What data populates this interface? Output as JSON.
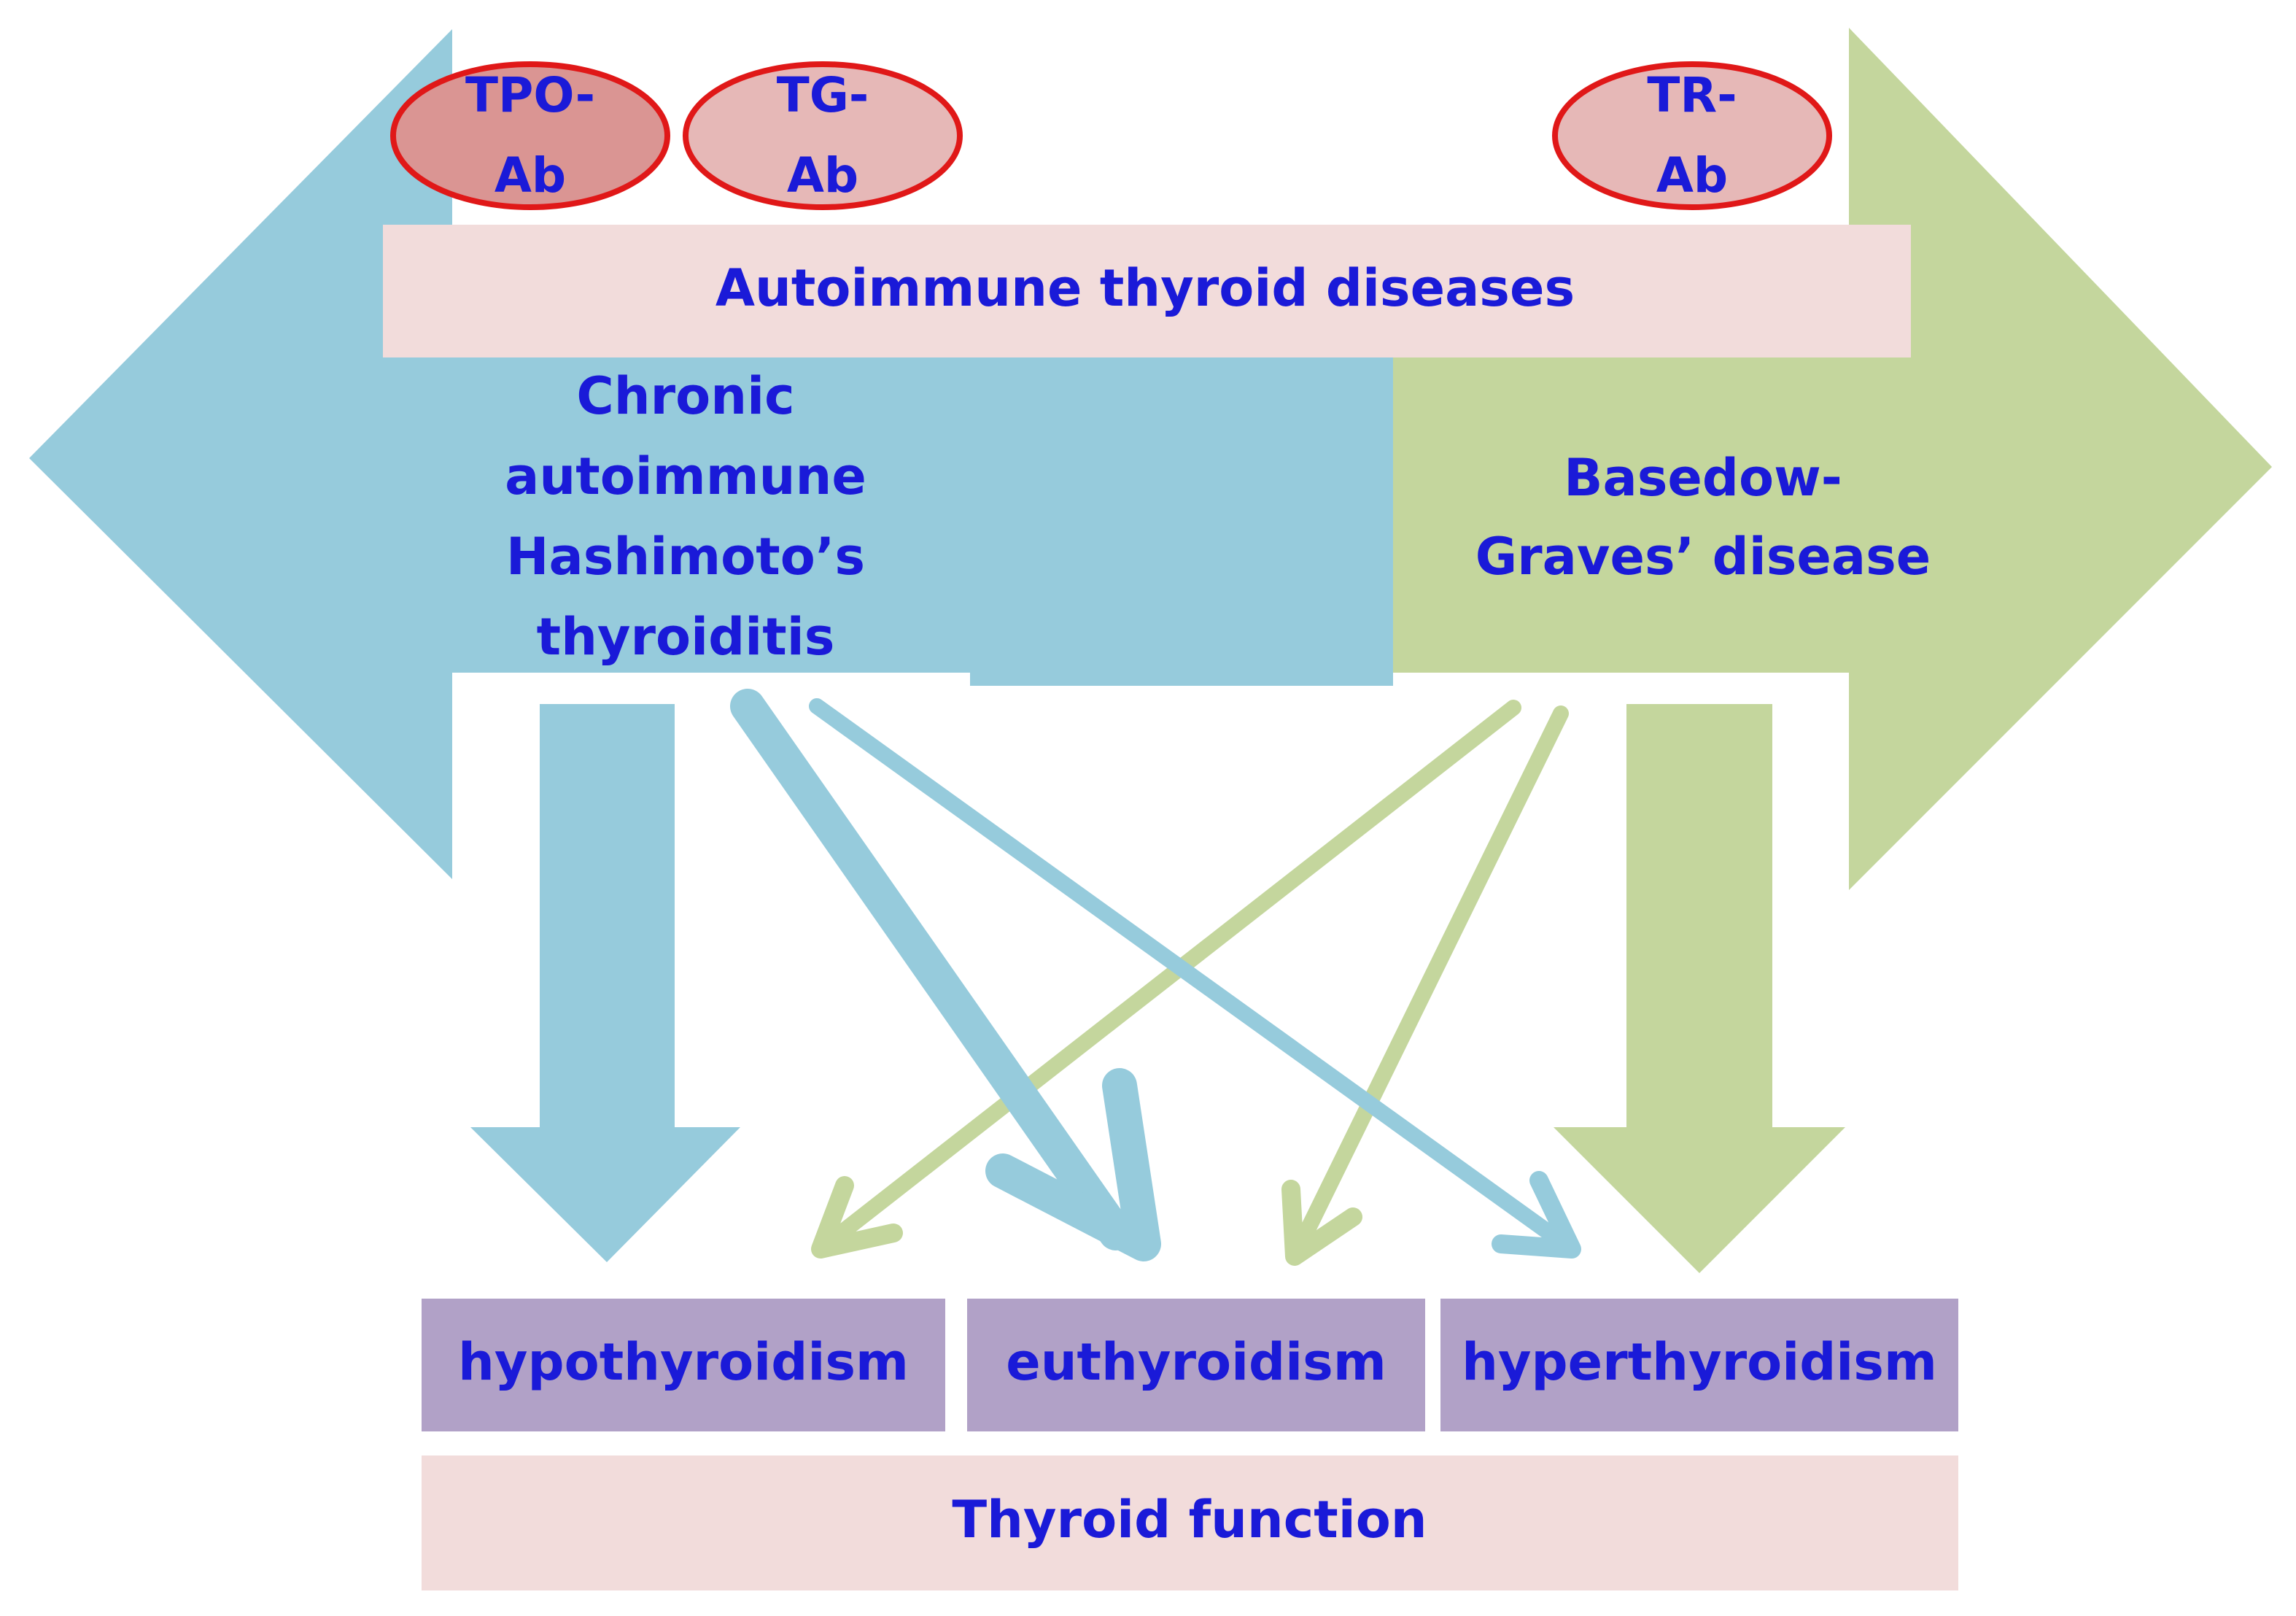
{
  "title": "Autoimmune thyroid diseases",
  "antibodies": [
    {
      "line1": "TPO-",
      "line2": "Ab"
    },
    {
      "line1": "TG-",
      "line2": "Ab"
    },
    {
      "line1": "TR-",
      "line2": "Ab"
    }
  ],
  "hashimoto": {
    "lines": [
      "Chronic",
      "autoimmune",
      "Hashimoto’s",
      "thyroiditis"
    ]
  },
  "graves": {
    "lines": [
      "Basedow-",
      "Graves’ disease"
    ]
  },
  "outcomes": [
    "hypothyroidism",
    "euthyroidism",
    "hyperthyroidism"
  ],
  "footer": "Thyroid function",
  "colors": {
    "hashimoto_blue": "#96cbdc",
    "graves_green": "#c4d69d",
    "banner_pink": "#f2dcdb",
    "outcome_purple": "#b1a1c7",
    "label_text": "#1a1ad8",
    "antibody_fill_dark": "#da9593",
    "antibody_fill_light": "#e6b8b7",
    "antibody_stroke": "#e01818"
  }
}
